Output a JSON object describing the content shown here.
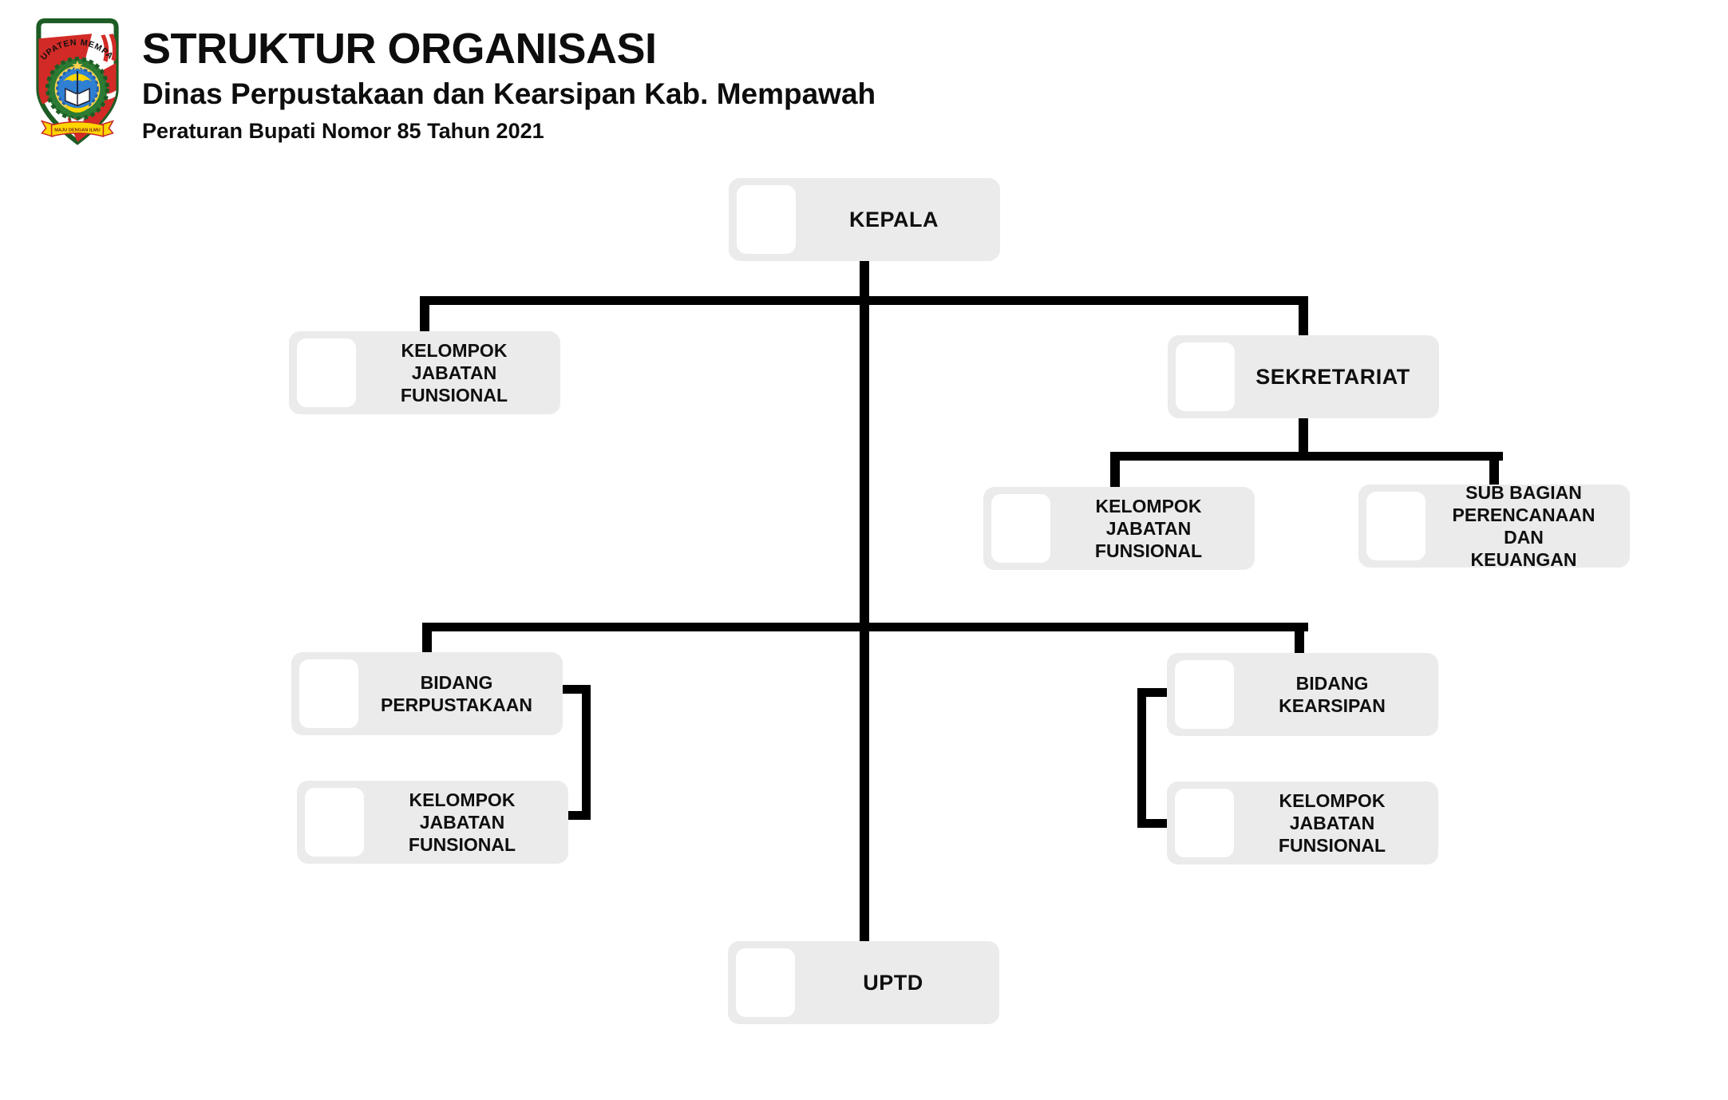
{
  "header": {
    "title": "STRUKTUR ORGANISASI",
    "subtitle": "Dinas Perpustakaan dan Kearsipan Kab. Mempawah",
    "regulation": "Peraturan Bupati Nomor 85 Tahun 2021",
    "logo": {
      "icon": "kabupaten-mempawah-crest",
      "top_text": "KABUPATEN MEMPAWAH",
      "motto": "MAJU DENGAN ILMU"
    }
  },
  "colors": {
    "background": "#ffffff",
    "box_fill": "#ebebeb",
    "box_inner": "#ffffff",
    "connector": "#000000",
    "text": "#111111"
  },
  "nodes": [
    {
      "id": "kepala",
      "label": "KEPALA"
    },
    {
      "id": "kjf-root",
      "label": "KELOMPOK JABATAN\nFUNSIONAL"
    },
    {
      "id": "sekretariat",
      "label": "SEKRETARIAT"
    },
    {
      "id": "kjf-sekretariat",
      "label": "KELOMPOK JABATAN\nFUNSIONAL"
    },
    {
      "id": "sub-bagian",
      "label": "SUB BAGIAN\nPERENCANAAN DAN\nKEUANGAN"
    },
    {
      "id": "bidang-perpustakaan",
      "label": "BIDANG\nPERPUSTAKAAN"
    },
    {
      "id": "kjf-perpustakaan",
      "label": "KELOMPOK JABATAN\nFUNSIONAL"
    },
    {
      "id": "bidang-kearsipan",
      "label": "BIDANG\nKEARSIPAN"
    },
    {
      "id": "kjf-kearsipan",
      "label": "KELOMPOK JABATAN\nFUNSIONAL"
    },
    {
      "id": "uptd",
      "label": "UPTD"
    }
  ],
  "edges": [
    {
      "from": "kepala",
      "to": "kjf-root"
    },
    {
      "from": "kepala",
      "to": "sekretariat"
    },
    {
      "from": "sekretariat",
      "to": "kjf-sekretariat"
    },
    {
      "from": "sekretariat",
      "to": "sub-bagian"
    },
    {
      "from": "kepala",
      "to": "bidang-perpustakaan"
    },
    {
      "from": "bidang-perpustakaan",
      "to": "kjf-perpustakaan"
    },
    {
      "from": "kepala",
      "to": "bidang-kearsipan"
    },
    {
      "from": "bidang-kearsipan",
      "to": "kjf-kearsipan"
    },
    {
      "from": "kepala",
      "to": "uptd"
    }
  ]
}
